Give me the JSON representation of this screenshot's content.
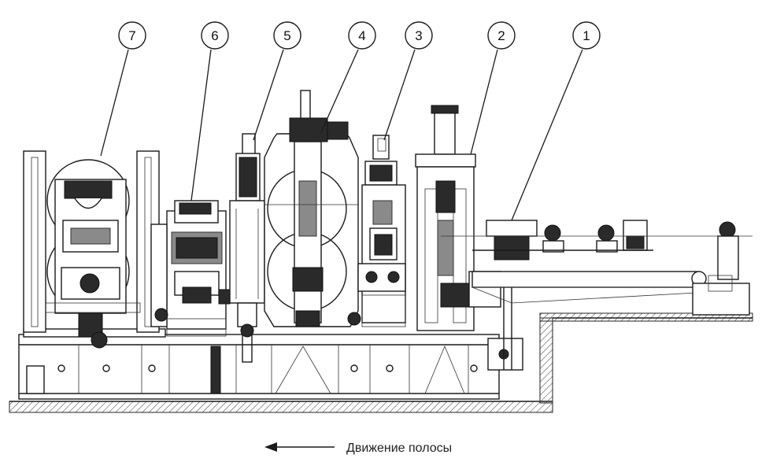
{
  "diagram": {
    "callouts": [
      {
        "id": "7",
        "label": "7"
      },
      {
        "id": "6",
        "label": "6"
      },
      {
        "id": "5",
        "label": "5"
      },
      {
        "id": "4",
        "label": "4"
      },
      {
        "id": "3",
        "label": "3"
      },
      {
        "id": "2",
        "label": "2"
      },
      {
        "id": "1",
        "label": "1"
      }
    ],
    "caption": "Движение полосы",
    "colors": {
      "line": "#1a1a1a",
      "background": "#ffffff"
    }
  }
}
